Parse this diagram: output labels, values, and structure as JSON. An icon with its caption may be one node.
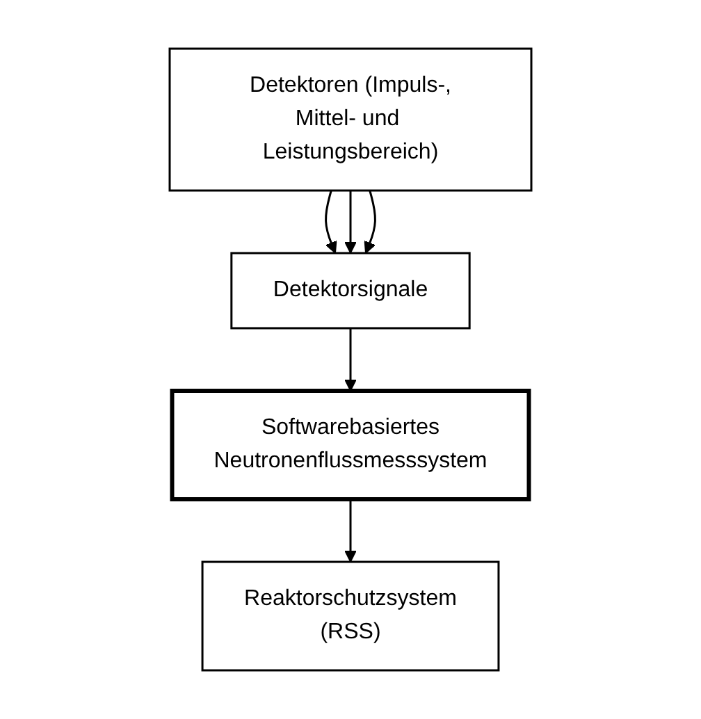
{
  "diagram": {
    "nodes": [
      {
        "text": [
          "Detektoren (Impuls-, Mittel- und Leistungsbereich)"
        ]
      },
      {
        "text": [
          "Detektorsignale"
        ]
      },
      {
        "text": [
          "Softwarebasiertes Neutronenflussmesssystem"
        ]
      },
      {
        "text": [
          "Reaktorschutzsystem (RSS)"
        ]
      }
    ],
    "edges": [
      {
        "from": 0,
        "to": 1,
        "arrow": "to"
      },
      {
        "from": 0,
        "to": 1,
        "arrow": "to"
      },
      {
        "from": 0,
        "to": 1,
        "arrow": "to"
      },
      {
        "from": 1,
        "to": 2,
        "arrow": "to"
      },
      {
        "from": 2,
        "to": 3,
        "arrow": "to"
      }
    ]
  }
}
